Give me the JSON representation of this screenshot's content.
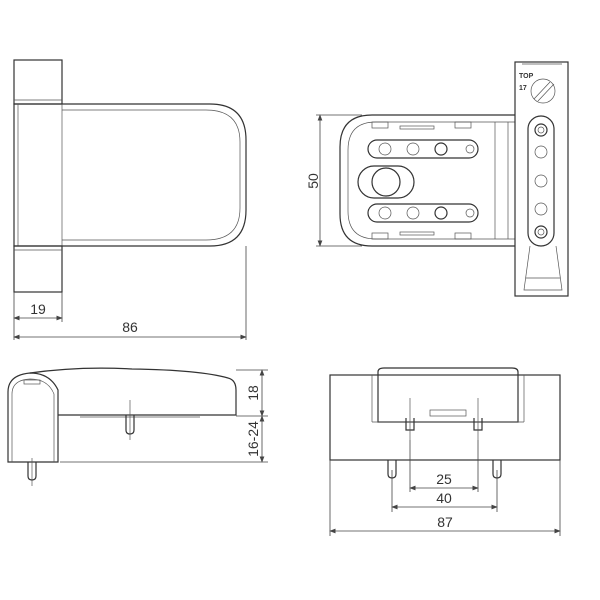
{
  "drawing": {
    "top_view": {
      "dim_knuckle": "19",
      "dim_length": "86"
    },
    "plate_view": {
      "dim_height": "50",
      "label_top": "TOP",
      "label_number": "17"
    },
    "side_view": {
      "dim_body": "18",
      "dim_range": "16-24"
    },
    "front_view": {
      "dim_inner": "25",
      "dim_middle": "40",
      "dim_total": "87"
    }
  }
}
